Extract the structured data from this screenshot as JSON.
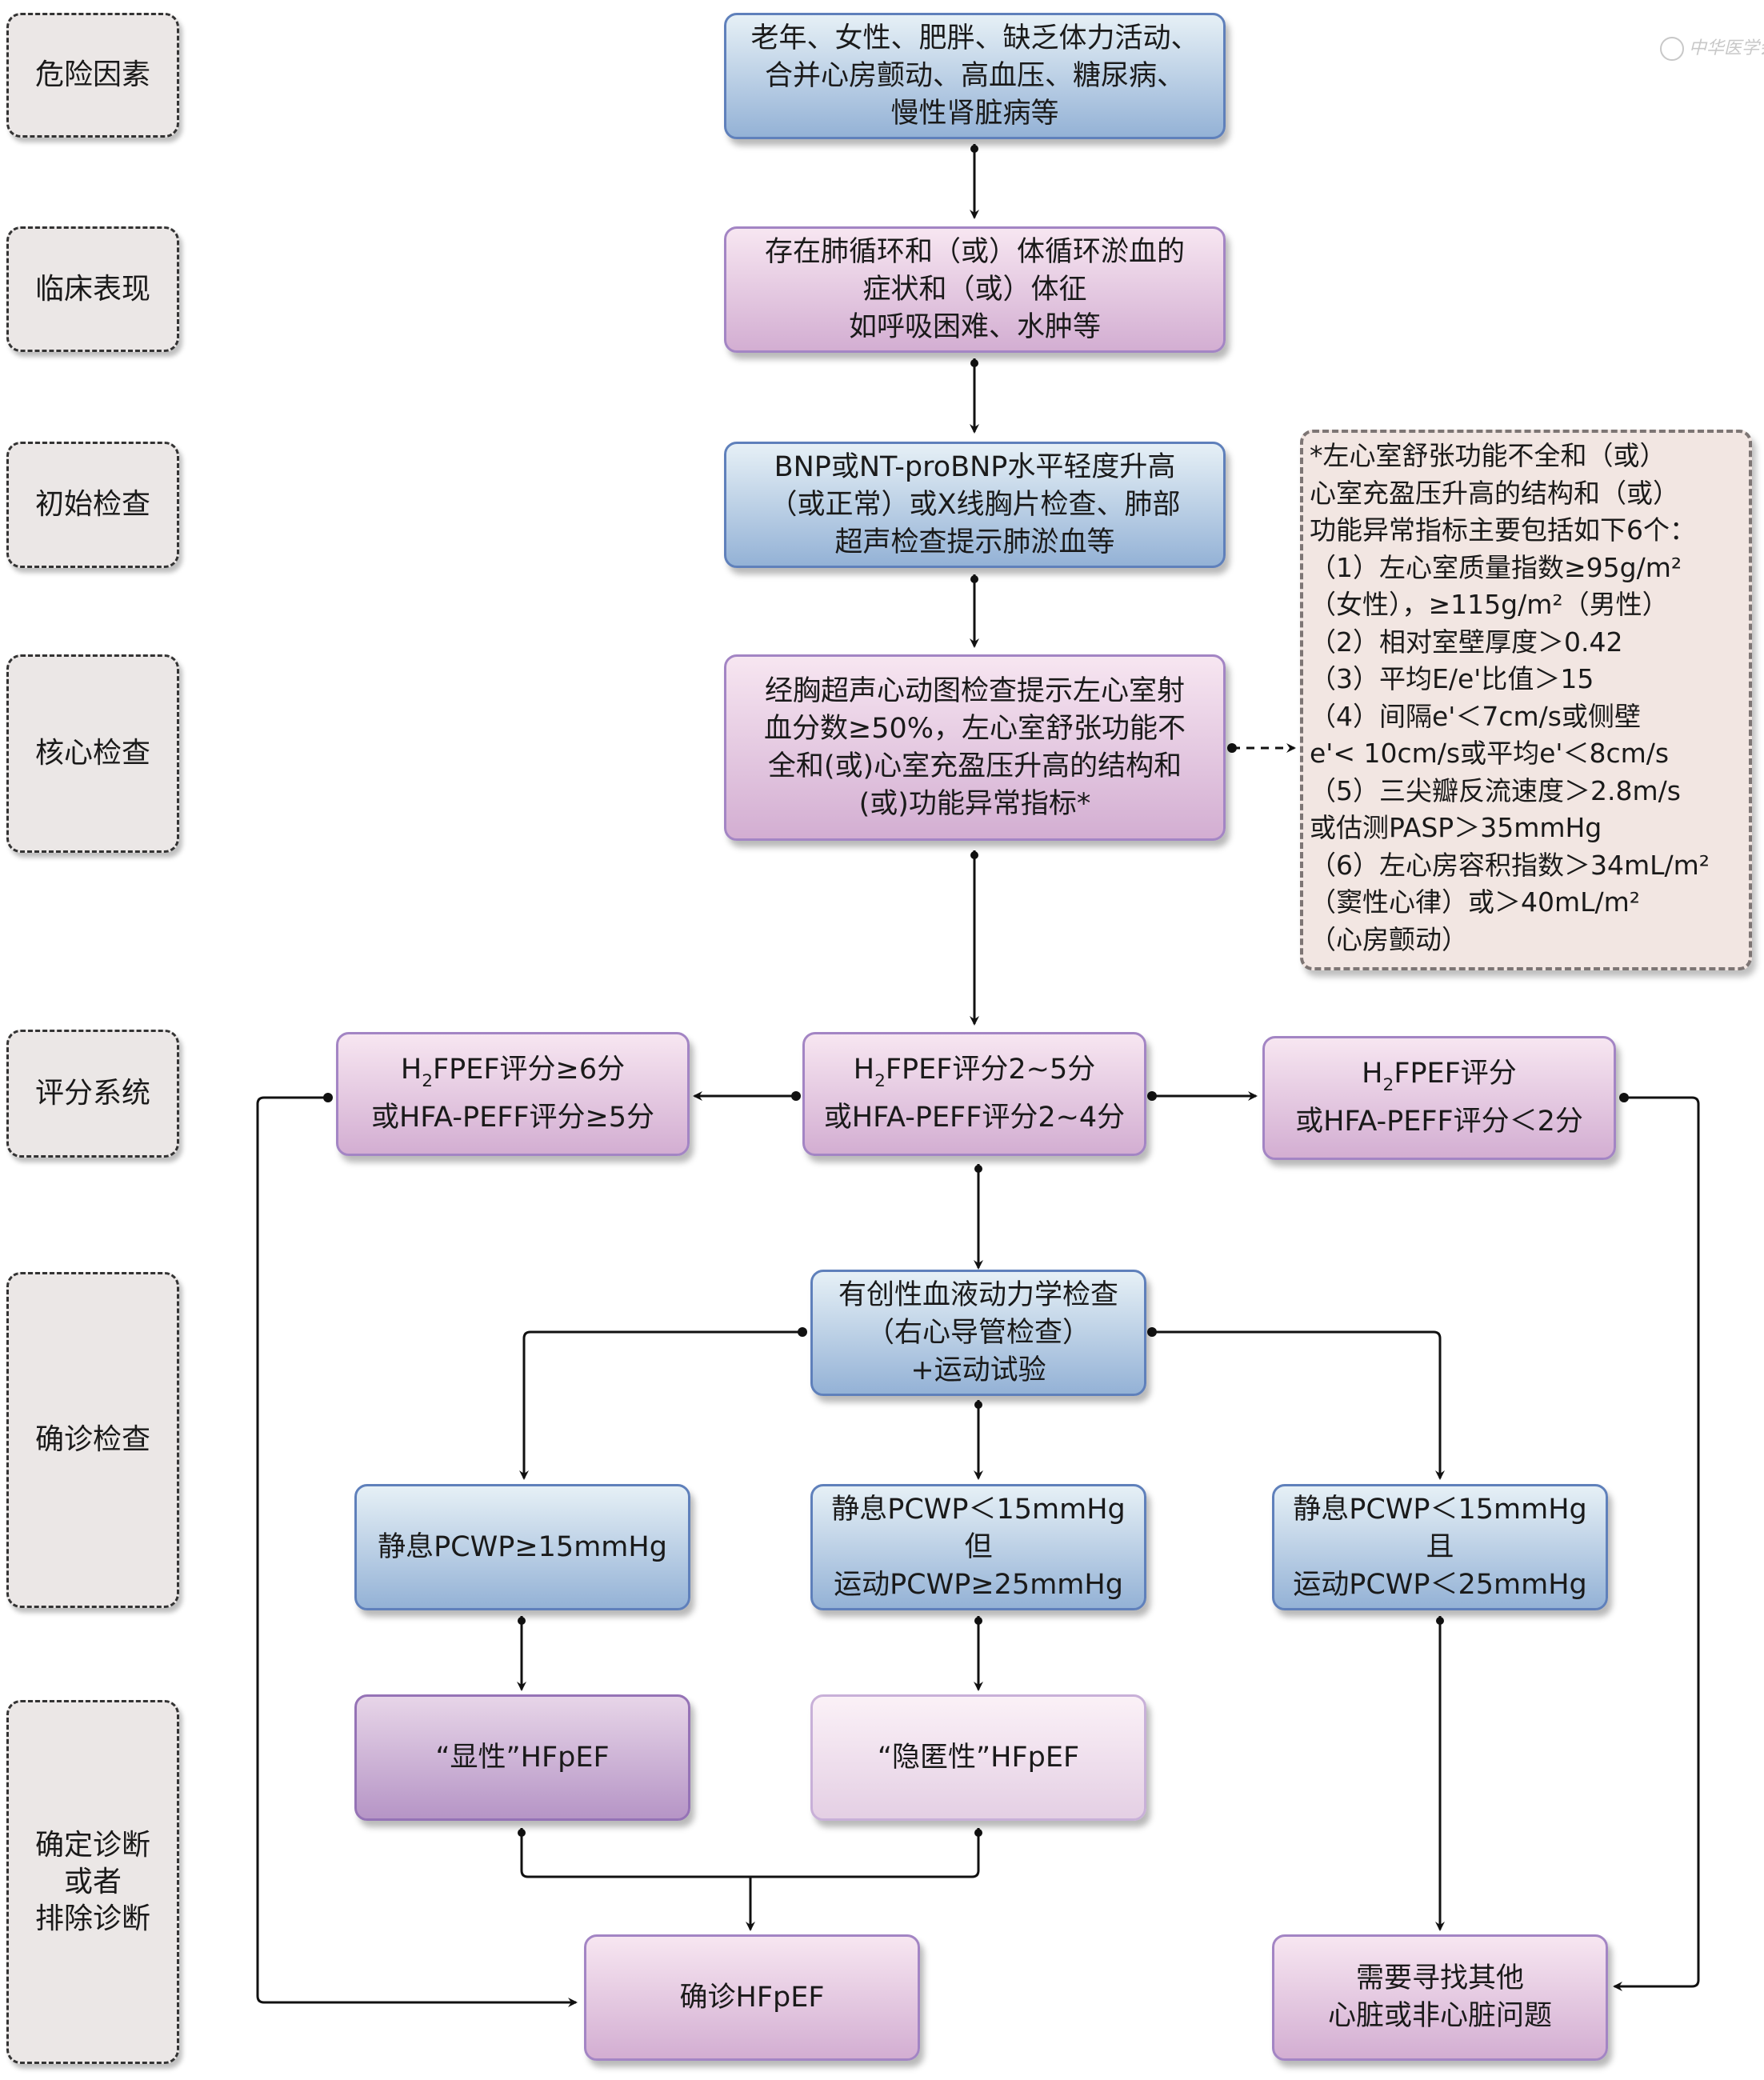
{
  "watermark": "中华医学会",
  "stages": [
    {
      "label": "危险因素"
    },
    {
      "label": "临床表现"
    },
    {
      "label": "初始检查"
    },
    {
      "label": "核心检查"
    },
    {
      "label": "评分系统"
    },
    {
      "label": "确诊检查"
    },
    {
      "label": "确定诊断\n或者\n排除诊断"
    }
  ],
  "flow": {
    "risk_factors": "老年、女性、肥胖、缺乏体力活动、\n合并心房颤动、高血压、糖尿病、\n慢性肾脏病等",
    "clinical": "存在肺循环和（或）体循环淤血的\n症状和（或）体征\n如呼吸困难、水肿等",
    "initial_exam": "BNP或NT-proBNP水平轻度升高\n（或正常）或X线胸片检查、肺部\n超声检查提示肺淤血等",
    "core_exam": "经胸超声心动图检查提示左心室射\n血分数≥50%，左心室舒张功能不\n全和(或)心室充盈压升高的结构和\n(或)功能异常指标*"
  },
  "scores": {
    "high": {
      "l1_pre": "H",
      "l1_sub": "2",
      "l1_post": "FPEF评分≥6分",
      "l2": "或HFA-PEFF评分≥5分"
    },
    "mid": {
      "l1_pre": "H",
      "l1_sub": "2",
      "l1_post": "FPEF评分2~5分",
      "l2": "或HFA-PEFF评分2~4分"
    },
    "low": {
      "l1_pre": "H",
      "l1_sub": "2",
      "l1_post": "FPEF评分",
      "l2": "或HFA-PEFF评分＜2分"
    }
  },
  "invasive": "有创性血液动力学检查\n（右心导管检查）\n+运动试验",
  "pcwp": {
    "high": "静息PCWP≥15mmHg",
    "masked": "静息PCWP＜15mmHg\n但\n运动PCWP≥25mmHg",
    "normal": "静息PCWP＜15mmHg\n且\n运动PCWP＜25mmHg"
  },
  "results": {
    "overt": "“显性”HFpEF",
    "masked": "“隐匿性”HFpEF",
    "confirmed": "确诊HFpEF",
    "other": "需要寻找其他\n心脏或非心脏问题"
  },
  "note": {
    "lines": [
      "*左心室舒张功能不全和（或）",
      "心室充盈压升高的结构和（或）",
      "功能异常指标主要包括如下6个：",
      "（1）左心室质量指数≥95g/m²",
      "（女性），≥115g/m²（男性）",
      "（2）相对室壁厚度＞0.42",
      "（3）平均E/e'比值＞15",
      "（4）间隔e'＜7cm/s或侧壁",
      "e'< 10cm/s或平均e'＜8cm/s",
      "（5）三尖瓣反流速度＞2.8m/s",
      "或估测PASP＞35mmHg",
      "（6）左心房容积指数＞34mL/m²",
      "（窦性心律）或＞40mL/m²",
      "（心房颤动）"
    ]
  }
}
